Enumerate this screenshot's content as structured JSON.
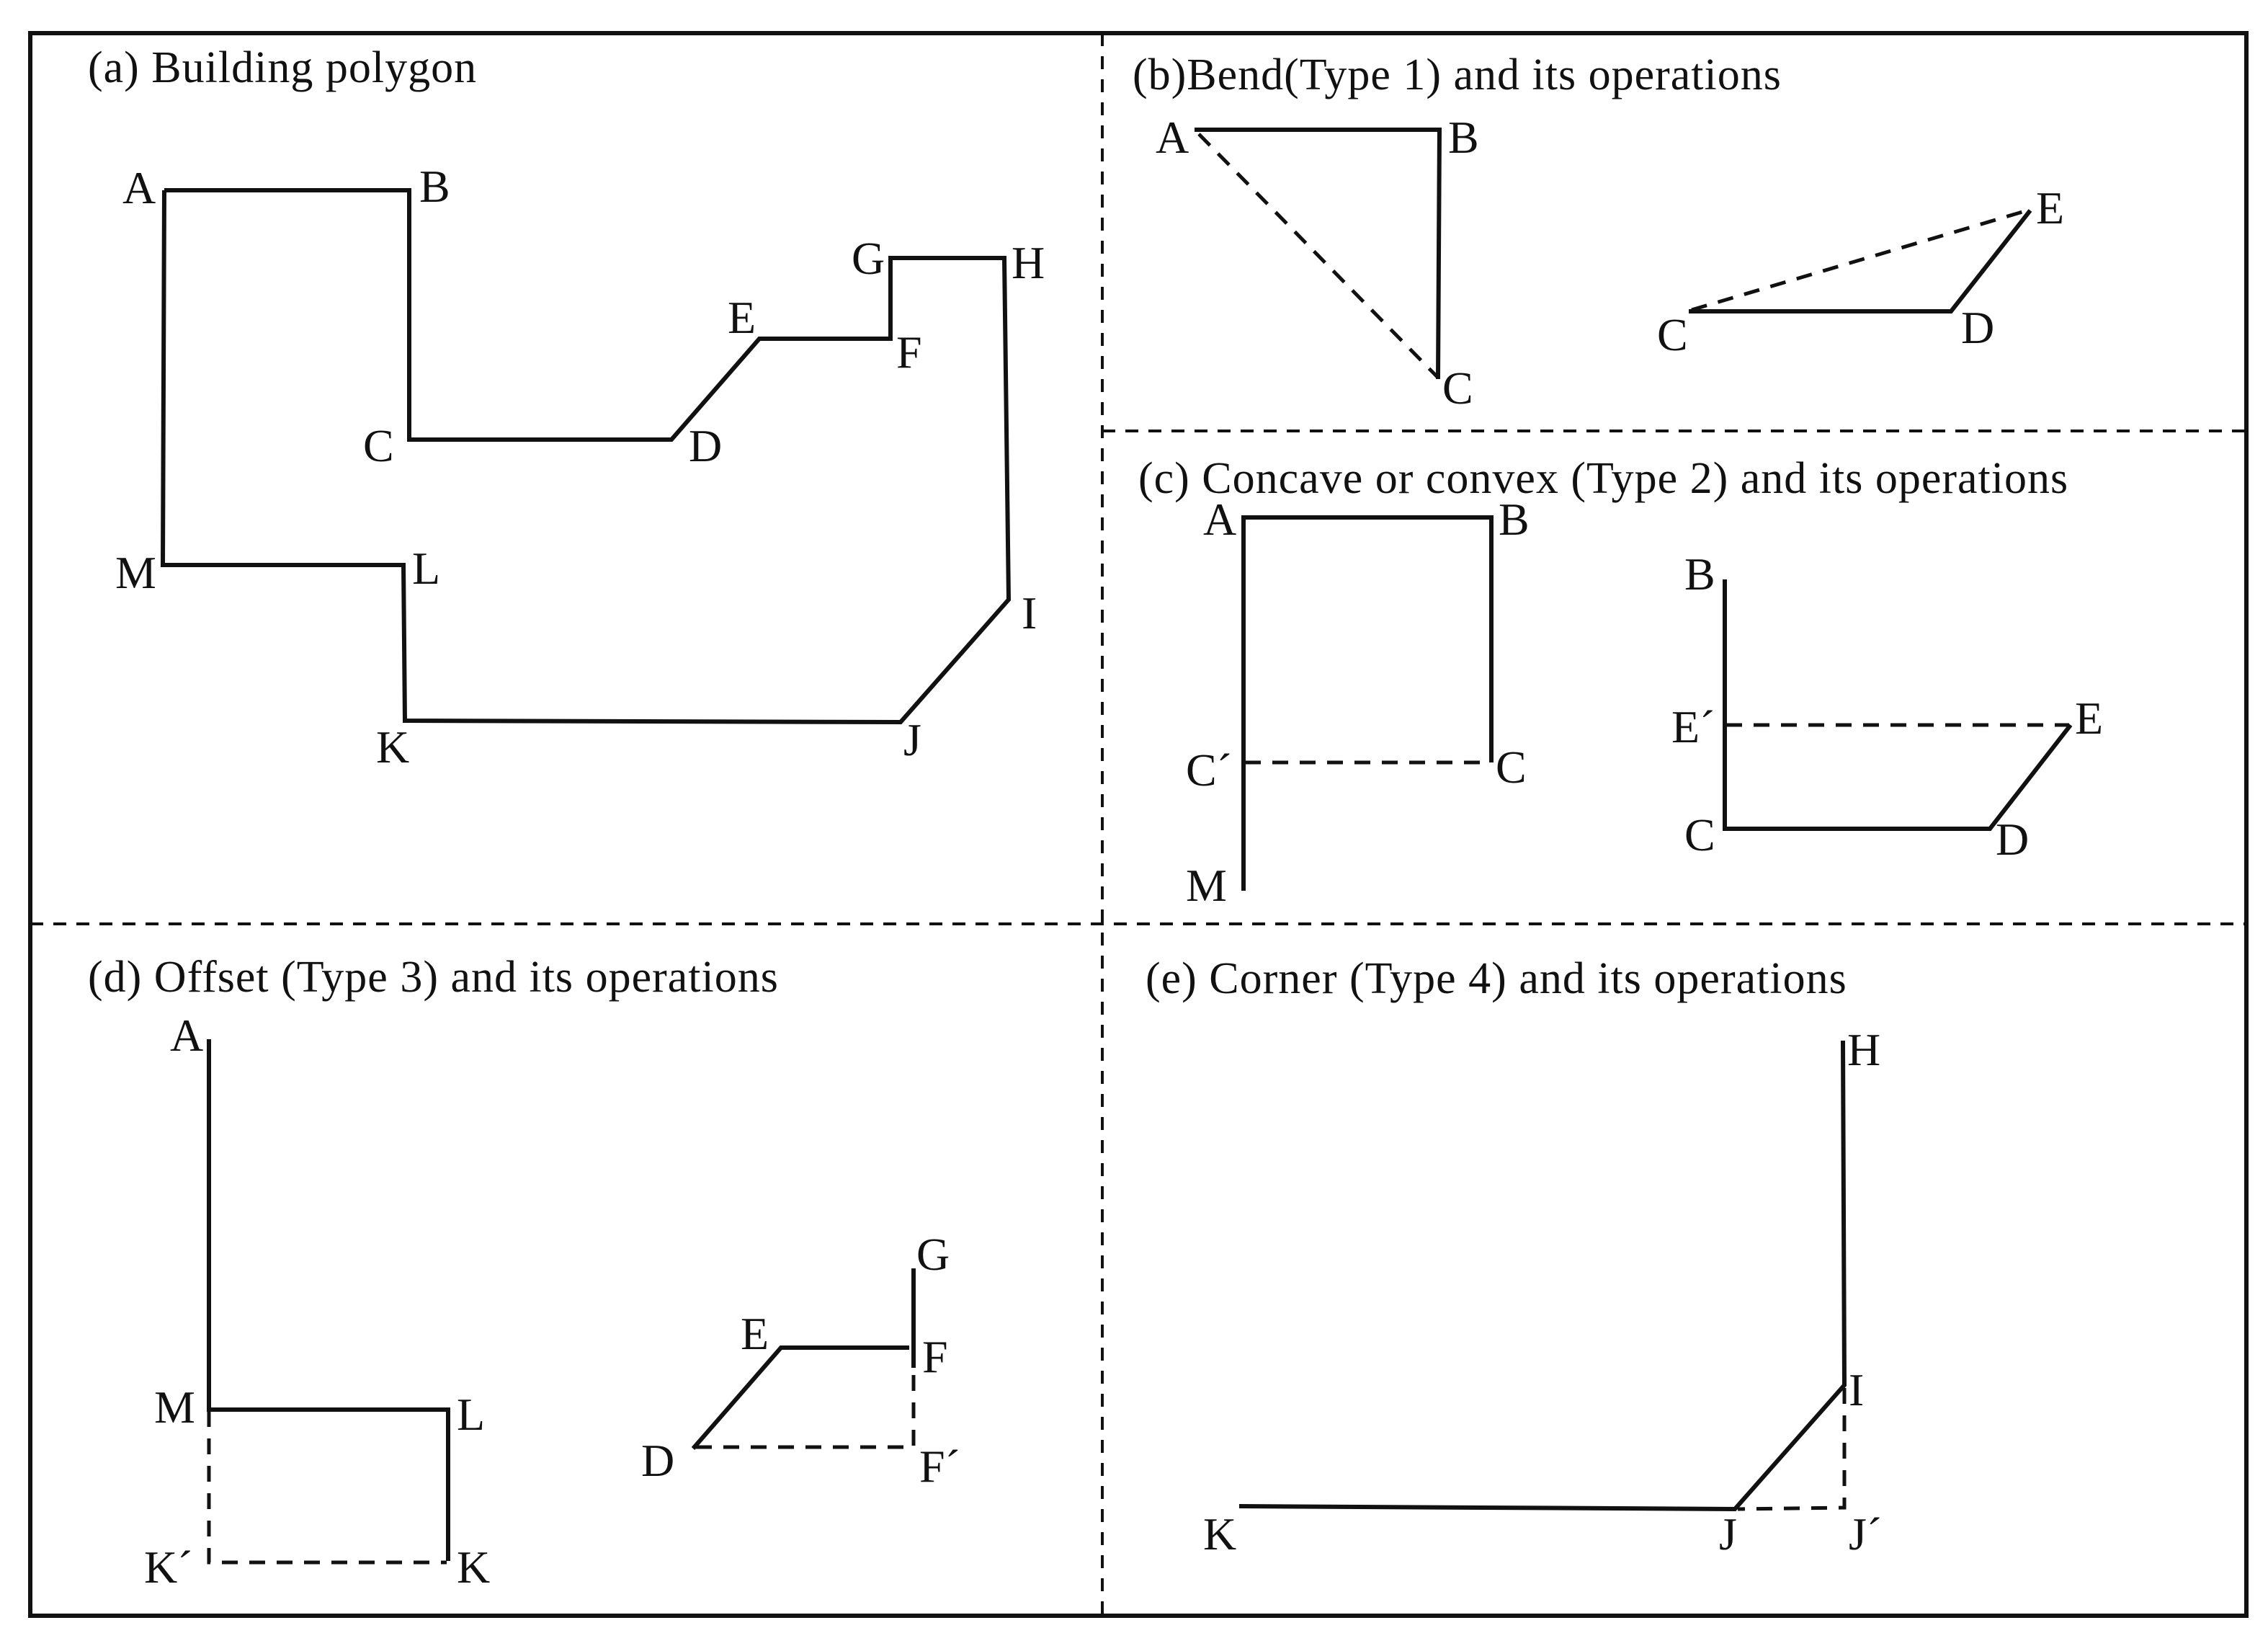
{
  "panels": {
    "a": {
      "title": "(a) Building polygon",
      "labels": {
        "A": "A",
        "B": "B",
        "C": "C",
        "D": "D",
        "E": "E",
        "F": "F",
        "G": "G",
        "H": "H",
        "I": "I",
        "J": "J",
        "K": "K",
        "L": "L",
        "M": "M"
      }
    },
    "b": {
      "title": "(b)Bend(Type 1) and its operations",
      "labels": {
        "A": "A",
        "B": "B",
        "C1": "C",
        "C2": "C",
        "D": "D",
        "E": "E"
      }
    },
    "c": {
      "title": "(c) Concave or convex (Type 2) and its operations",
      "labels": {
        "A": "A",
        "B1": "B",
        "C1": "C",
        "Cp": "C´",
        "M": "M",
        "B2": "B",
        "Ep": "E´",
        "E": "E",
        "C2": "C",
        "D": "D"
      }
    },
    "d": {
      "title": "(d) Offset (Type 3) and its operations",
      "labels": {
        "A": "A",
        "M": "M",
        "L": "L",
        "Kp": "K´",
        "K": "K",
        "G": "G",
        "E": "E",
        "F": "F",
        "D": "D",
        "Fp": "F´"
      }
    },
    "e": {
      "title": "(e) Corner (Type 4) and its operations",
      "labels": {
        "H": "H",
        "I": "I",
        "K": "K",
        "J": "J",
        "Jp": "J´"
      }
    }
  }
}
